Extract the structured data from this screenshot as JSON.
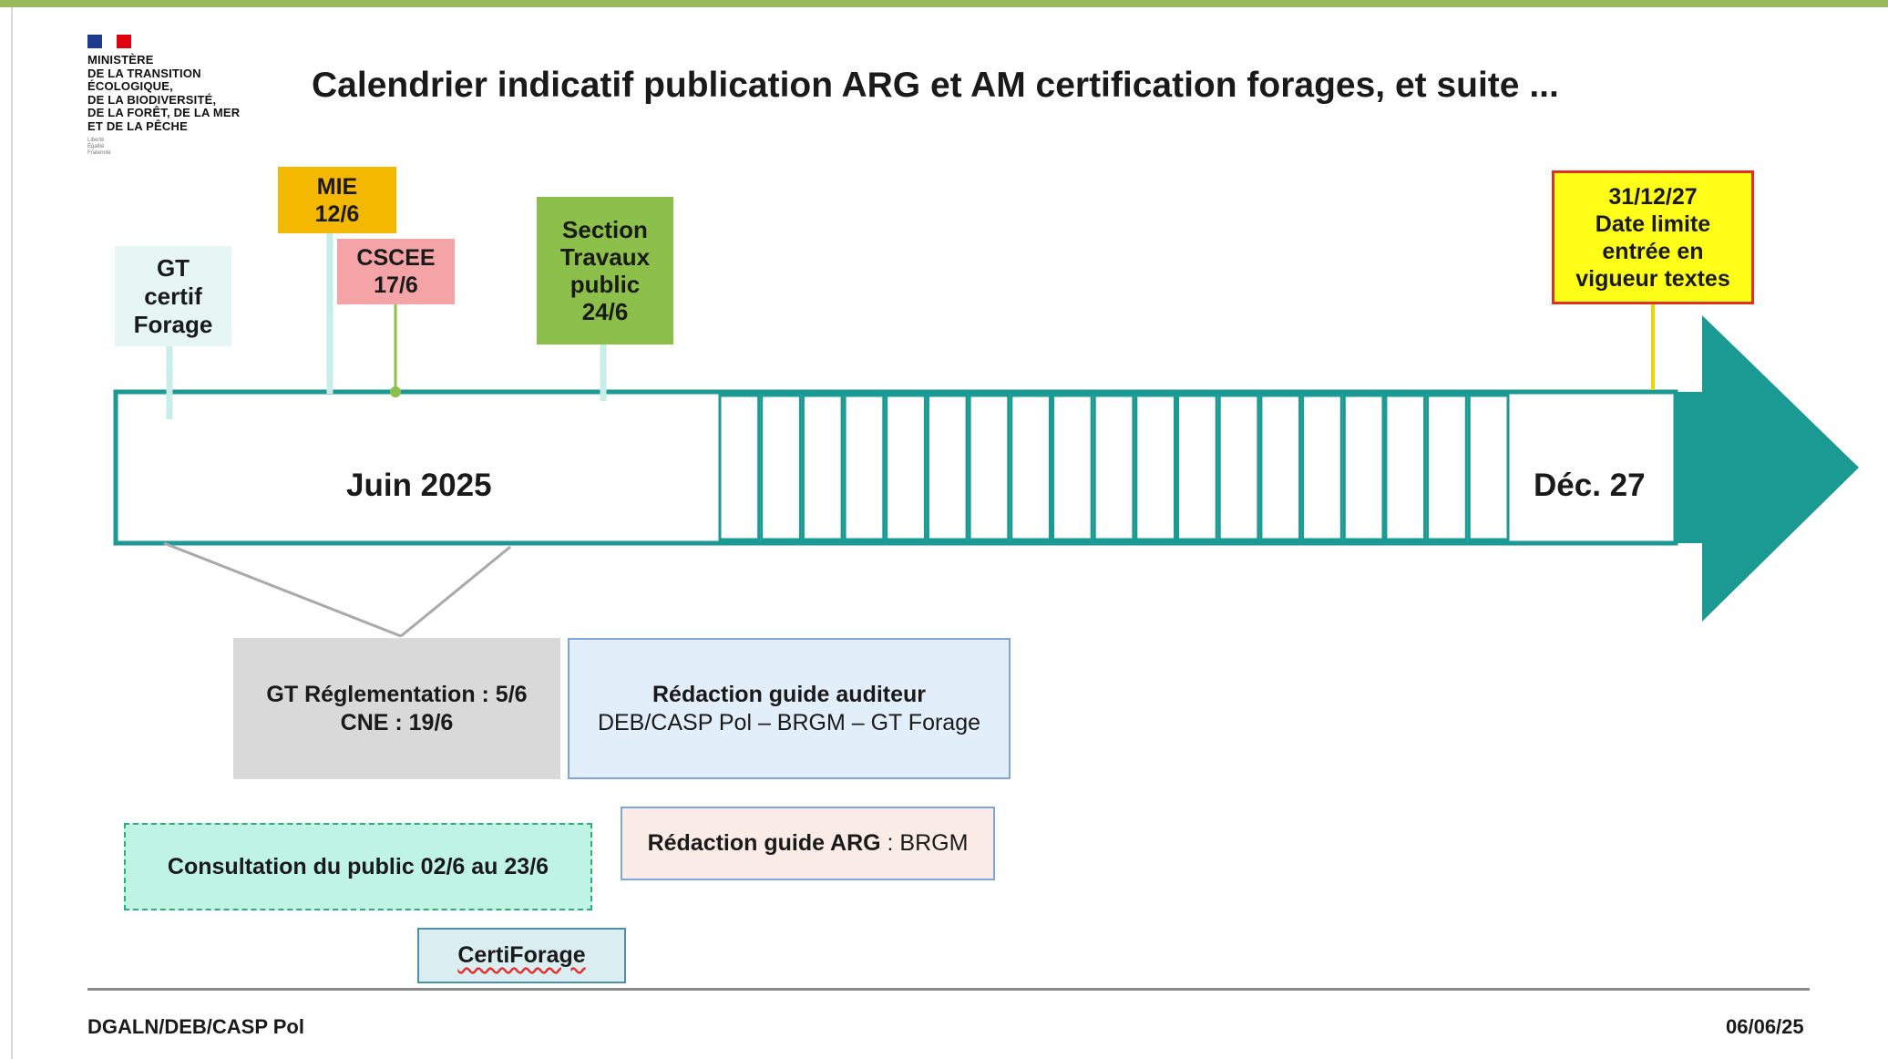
{
  "slide": {
    "title": "Calendrier indicatif publication ARG et AM certification forages, et suite ...",
    "footer_left": "DGALN/DEB/CASP Pol",
    "footer_right": "06/06/25"
  },
  "logo": {
    "lines": [
      "MINISTÈRE",
      "DE LA TRANSITION",
      "ÉCOLOGIQUE,",
      "DE LA BIODIVERSITÉ,",
      "DE LA FORÊT, DE LA MER",
      "ET DE LA PÊCHE"
    ],
    "motto": [
      "Liberté",
      "Égalité",
      "Fraternité"
    ]
  },
  "timeline": {
    "start_label": "Juin 2025",
    "end_label": "Déc. 27",
    "month_cells": 19
  },
  "milestones": [
    {
      "lines": [
        "GT",
        "certif",
        "Forage"
      ],
      "bg": "#e6f7f3"
    },
    {
      "lines": [
        "MIE",
        "12/6"
      ],
      "bg": "#f5b800"
    },
    {
      "lines": [
        "CSCEE",
        "17/6"
      ],
      "bg": "#f4a3a6"
    },
    {
      "lines": [
        "Section",
        "Travaux",
        "public",
        "24/6"
      ],
      "bg": "#8dc04a"
    },
    {
      "lines": [
        "31/12/27",
        "Date limite",
        "entrée en",
        "vigueur textes"
      ],
      "bg": "#ffff1a",
      "border": "#e03020"
    }
  ],
  "boxes": {
    "gt_reglementation": {
      "lines": [
        "GT Réglementation : 5/6",
        "CNE : 19/6"
      ]
    },
    "guide_auditeur": {
      "line1": "Rédaction guide auditeur",
      "line2": "DEB/CASP Pol – BRGM – GT Forage"
    },
    "guide_arg": {
      "bold": "Rédaction guide ARG",
      "normal": " : BRGM"
    },
    "consultation": {
      "text": "Consultation du public 02/6 au 23/6"
    },
    "certiforage": {
      "text": "CertiForage"
    }
  },
  "colors": {
    "teal": "#1a9a92",
    "accent_bar": "#9bb95a"
  }
}
